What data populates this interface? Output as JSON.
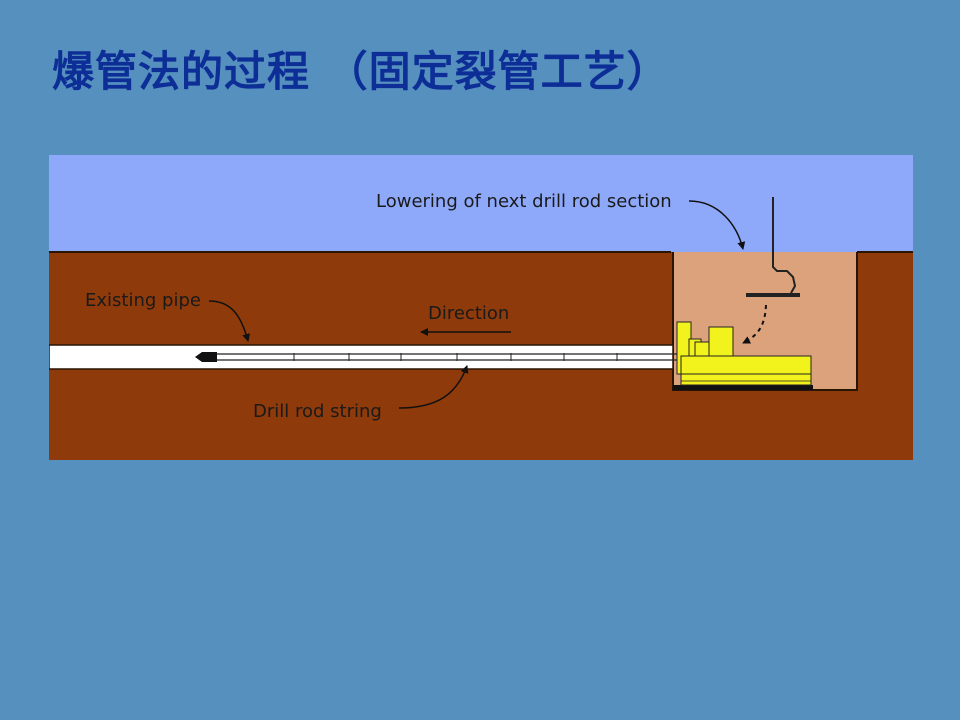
{
  "slide": {
    "title": "爆管法的过程 （固定裂管工艺）",
    "footer_left": "",
    "footer_right": ""
  },
  "diagram": {
    "labels": {
      "lowering": "Lowering of next drill rod section",
      "existing_pipe": "Existing pipe",
      "direction": "Direction",
      "drill_rod_string": "Drill rod string"
    },
    "colors": {
      "sky": "#8fa9fa",
      "soil": "#8f3a0a",
      "pit": "#dca27c",
      "pipe": "#ffffff",
      "machine": "#f2f21c",
      "title": "#0c2e96",
      "background": "#5590bf"
    }
  }
}
